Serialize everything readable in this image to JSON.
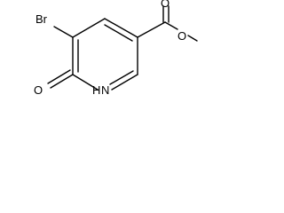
{
  "molecule": {
    "atoms": {
      "bromine": "Br",
      "ring_nitrogen": "N",
      "ring_nitrogen_hydrogen": "H",
      "oxo_oxygen": "O",
      "ester_carbonyl_oxygen": "O",
      "ester_ether_oxygen": "O"
    }
  },
  "colors": {
    "bond": "#000000",
    "label": "#000000",
    "background": "#ffffff"
  }
}
